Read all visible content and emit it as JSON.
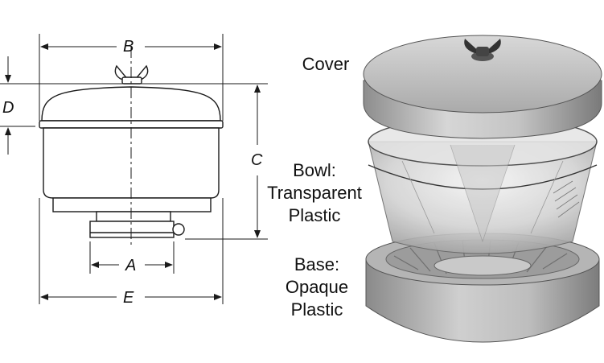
{
  "dimensions": {
    "a": "A",
    "b": "B",
    "c": "C",
    "d": "D",
    "e": "E"
  },
  "parts": {
    "cover": {
      "line1": "Cover"
    },
    "bowl": {
      "line1": "Bowl:",
      "line2": "Transparent",
      "line3": "Plastic"
    },
    "base": {
      "line1": "Base:",
      "line2": "Opaque",
      "line3": "Plastic"
    }
  },
  "colors": {
    "line": "#1a1a1a",
    "cover_fill": "#b9b9b9",
    "bowl_glass": "#dcdcdc",
    "base_fill": "#a8a8a8"
  }
}
